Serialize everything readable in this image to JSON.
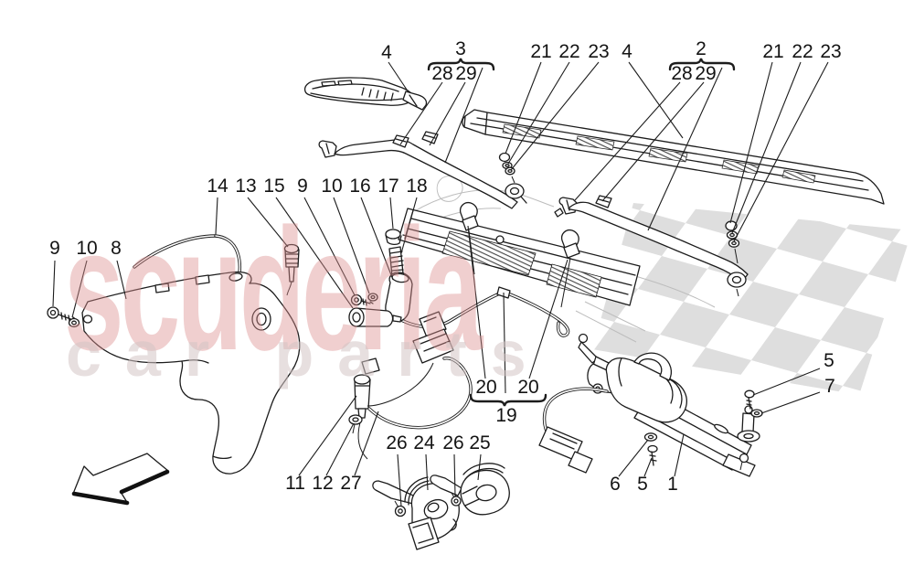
{
  "page_type": "vehicle parts exploded diagram - windscreen wiper and washer system with horns",
  "watermark": {
    "line1": "scuderia",
    "line2": "car parts"
  },
  "colors": {
    "watermark_pink": "#dd8f8f",
    "watermark_gray": "#d4c5c5",
    "flag_gray": "#d8d8d8",
    "line_art": "#1c1c1c"
  },
  "bracket_groups": [
    {
      "label": "3",
      "members": [
        "28",
        "29"
      ]
    },
    {
      "label": "2",
      "members": [
        "28",
        "29"
      ]
    },
    {
      "label": "19",
      "members": [
        "20",
        "20"
      ]
    }
  ],
  "callouts": [
    {
      "n": "4"
    },
    {
      "n": "3"
    },
    {
      "n": "28"
    },
    {
      "n": "29"
    },
    {
      "n": "21"
    },
    {
      "n": "22"
    },
    {
      "n": "23"
    },
    {
      "n": "4"
    },
    {
      "n": "2"
    },
    {
      "n": "28"
    },
    {
      "n": "29"
    },
    {
      "n": "21"
    },
    {
      "n": "22"
    },
    {
      "n": "23"
    },
    {
      "n": "14"
    },
    {
      "n": "13"
    },
    {
      "n": "15"
    },
    {
      "n": "9"
    },
    {
      "n": "10"
    },
    {
      "n": "16"
    },
    {
      "n": "17"
    },
    {
      "n": "18"
    },
    {
      "n": "9"
    },
    {
      "n": "10"
    },
    {
      "n": "8"
    },
    {
      "n": "5"
    },
    {
      "n": "7"
    },
    {
      "n": "6"
    },
    {
      "n": "5"
    },
    {
      "n": "1"
    },
    {
      "n": "11"
    },
    {
      "n": "12"
    },
    {
      "n": "27"
    },
    {
      "n": "26"
    },
    {
      "n": "24"
    },
    {
      "n": "26"
    },
    {
      "n": "25"
    },
    {
      "n": "20"
    },
    {
      "n": "20"
    },
    {
      "n": "19"
    }
  ]
}
